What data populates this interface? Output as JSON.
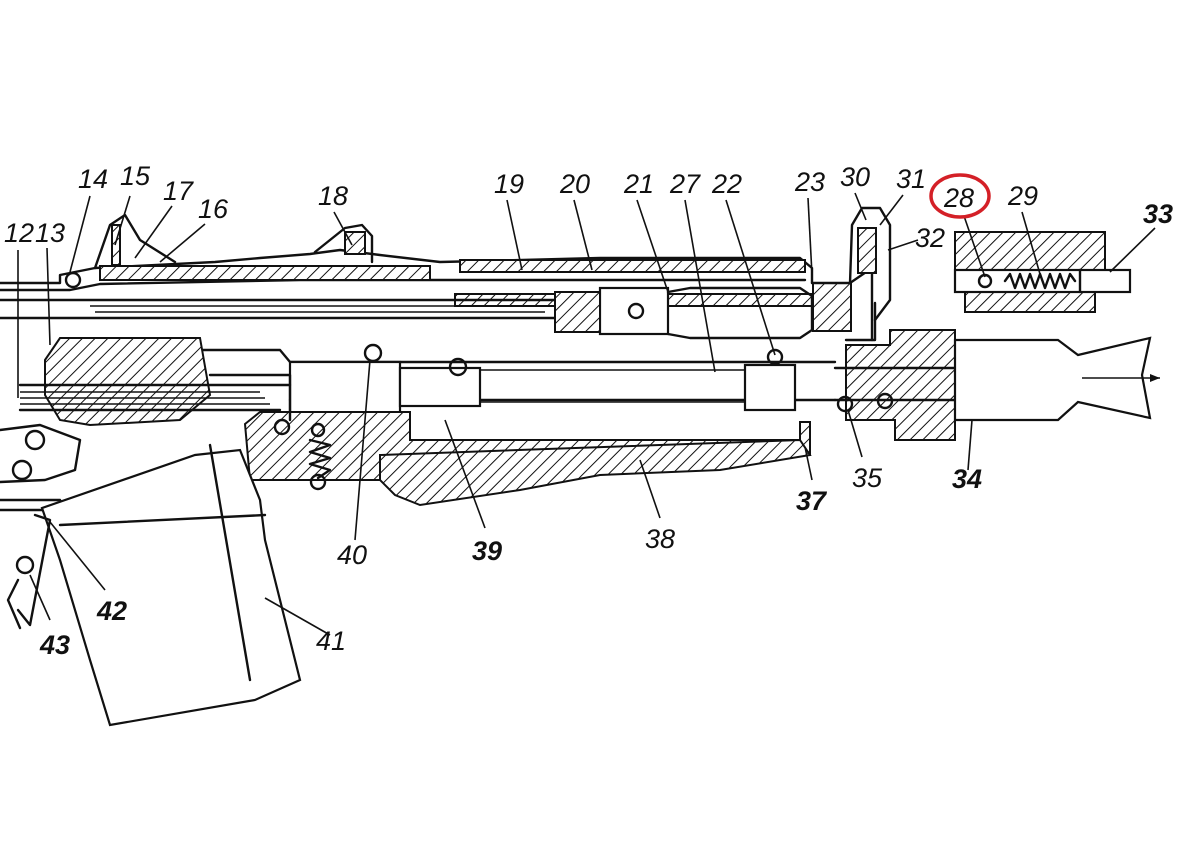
{
  "diagram": {
    "labels": {
      "l12": "12",
      "l13": "13",
      "l14": "14",
      "l15": "15",
      "l16": "16",
      "l17": "17",
      "l18": "18",
      "l19": "19",
      "l20": "20",
      "l21": "21",
      "l22": "22",
      "l23": "23",
      "l27": "27",
      "l28": "28",
      "l29": "29",
      "l30": "30",
      "l31": "31",
      "l32": "32",
      "l33": "33",
      "l34": "34",
      "l35": "35",
      "l37": "37",
      "l38": "38",
      "l39": "39",
      "l40": "40",
      "l41": "41",
      "l42": "42",
      "l43": "43"
    },
    "highlight": {
      "label": "28",
      "color": "#d42027"
    },
    "colors": {
      "ink": "#111111",
      "background": "#ffffff"
    }
  }
}
